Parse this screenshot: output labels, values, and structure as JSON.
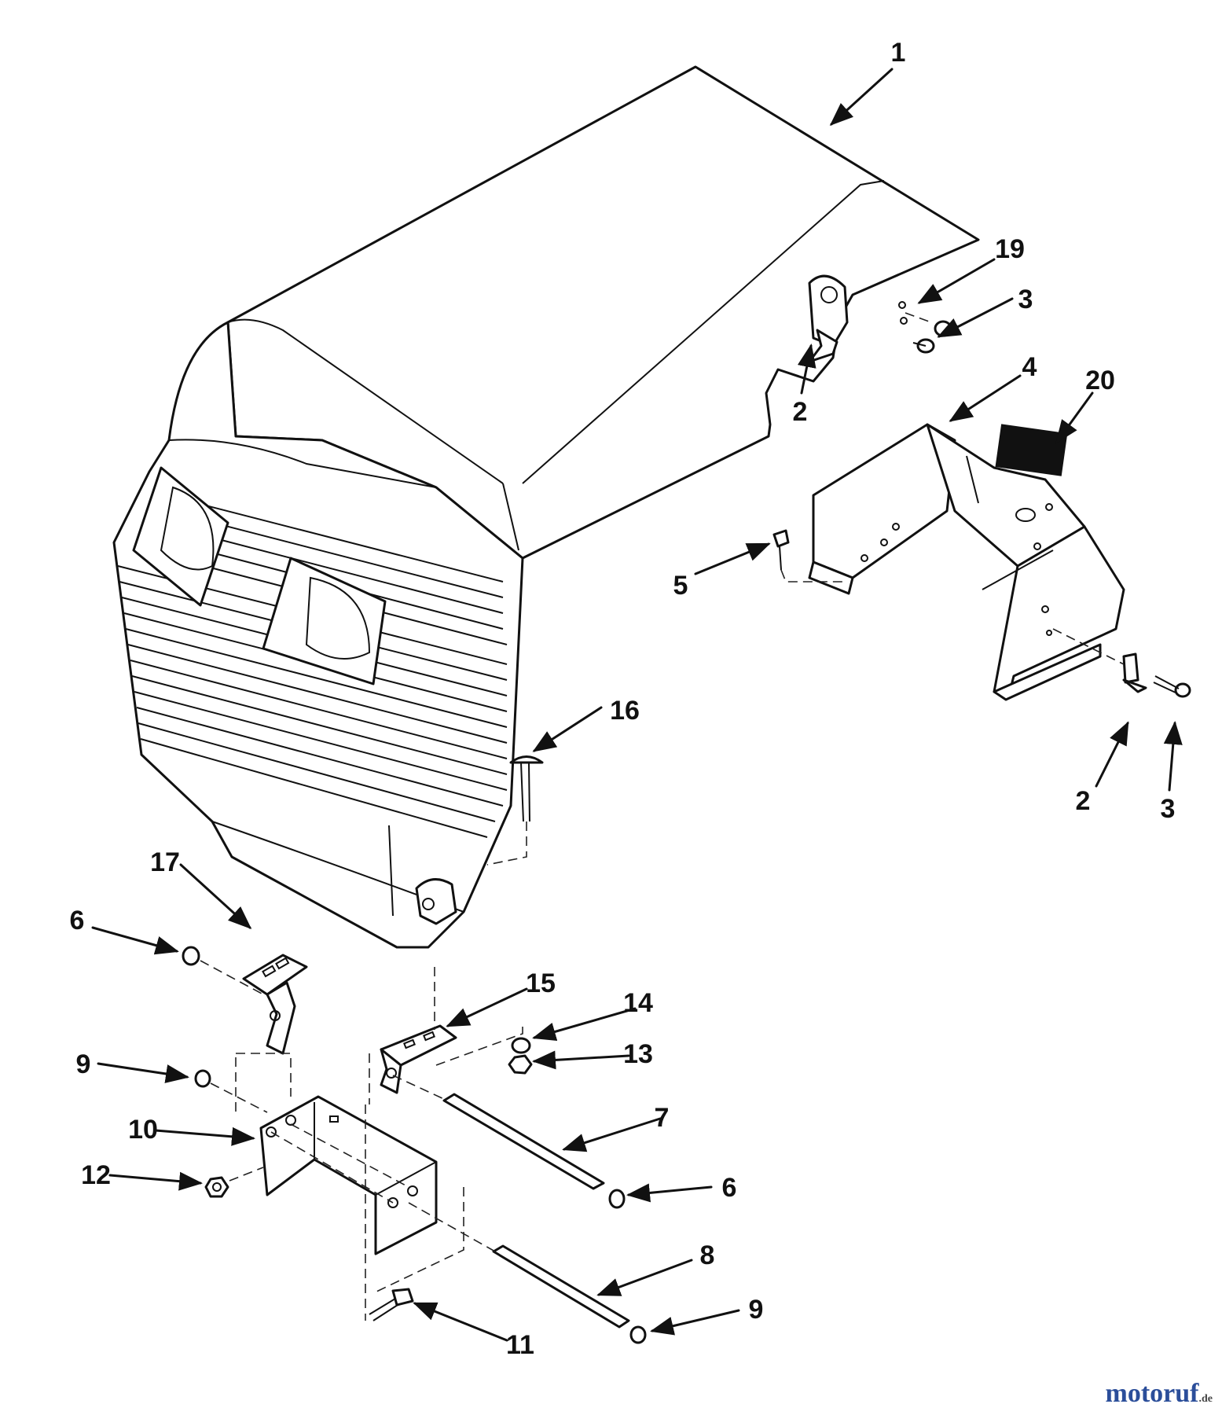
{
  "brand": {
    "name": "motoruf",
    "tld": ".de"
  },
  "callouts": [
    {
      "id": "c1",
      "label": "1"
    },
    {
      "id": "c19",
      "label": "19"
    },
    {
      "id": "c3a",
      "label": "3"
    },
    {
      "id": "c2a",
      "label": "2"
    },
    {
      "id": "c4",
      "label": "4"
    },
    {
      "id": "c20",
      "label": "20"
    },
    {
      "id": "c5",
      "label": "5"
    },
    {
      "id": "c16",
      "label": "16"
    },
    {
      "id": "c2b",
      "label": "2"
    },
    {
      "id": "c3b",
      "label": "3"
    },
    {
      "id": "c17",
      "label": "17"
    },
    {
      "id": "c6a",
      "label": "6"
    },
    {
      "id": "c15",
      "label": "15"
    },
    {
      "id": "c14",
      "label": "14"
    },
    {
      "id": "c13",
      "label": "13"
    },
    {
      "id": "c9a",
      "label": "9"
    },
    {
      "id": "c10",
      "label": "10"
    },
    {
      "id": "c7",
      "label": "7"
    },
    {
      "id": "c12",
      "label": "12"
    },
    {
      "id": "c6b",
      "label": "6"
    },
    {
      "id": "c8",
      "label": "8"
    },
    {
      "id": "c9b",
      "label": "9"
    },
    {
      "id": "c11",
      "label": "11"
    }
  ]
}
